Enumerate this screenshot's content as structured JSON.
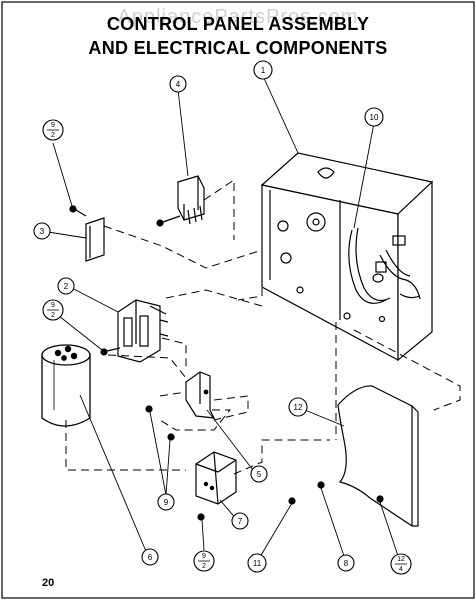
{
  "watermark": "AppliancePartsPros.com",
  "title": {
    "line1": "CONTROL PANEL ASSEMBLY",
    "line2": "AND ELECTRICAL COMPONENTS"
  },
  "page_number": "20",
  "callouts": {
    "c1": "1",
    "c2": "2",
    "c3": "3",
    "c4": "4",
    "c5": "5",
    "c6": "6",
    "c7": "7",
    "c8": "8",
    "c9": "9",
    "c10": "10",
    "c11": "11",
    "c12": "12"
  },
  "fractions": {
    "f_top": {
      "num": "9",
      "den": "2"
    },
    "f_mid": {
      "num": "9",
      "den": "2"
    },
    "f_bottom": {
      "num": "9",
      "den": "2"
    },
    "f_right": {
      "num": "12",
      "den": "4"
    }
  }
}
